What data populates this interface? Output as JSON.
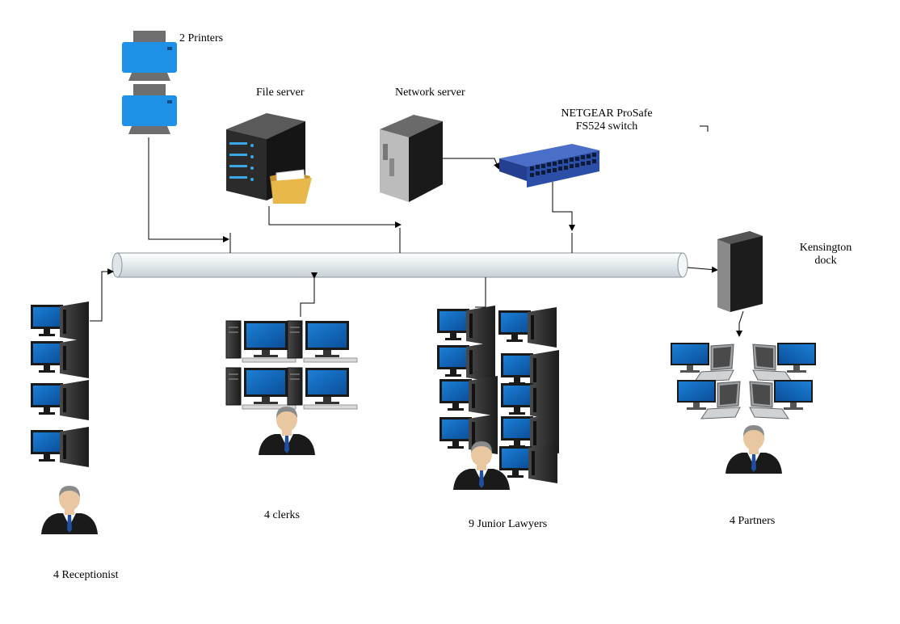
{
  "labels": {
    "printers": "2 Printers",
    "file_server": "File server",
    "network_server": "Network server",
    "switch_line1": "NETGEAR ProSafe",
    "switch_line2": "FS524 switch",
    "dock_line1": "Kensington",
    "dock_line2": "dock",
    "receptionist": "4 Receptionist",
    "clerks": "4 clerks",
    "junior_lawyers": "9 Junior Lawyers",
    "partners": "4 Partners"
  },
  "colors": {
    "printer_body": "#1e90e6",
    "printer_gray": "#6e6e6e",
    "tower": "#2b2b2b",
    "screen": "#0b63b8",
    "screen_frame": "#1a1a1a",
    "switch_body": "#2b4ea6",
    "folder": "#e8b94a",
    "suit": "#1a1a1a",
    "skin": "#e9c7a0",
    "hair": "#8a8a8a",
    "tie": "#1f4fa0",
    "bus_fill": "#eef2f4",
    "bus_stroke": "#8a959c"
  },
  "icons": [
    "printer-icon",
    "file-server-icon",
    "network-server-icon",
    "switch-icon",
    "kensington-dock-icon",
    "desktop-pc-icon",
    "laptop-icon",
    "user-icon"
  ]
}
